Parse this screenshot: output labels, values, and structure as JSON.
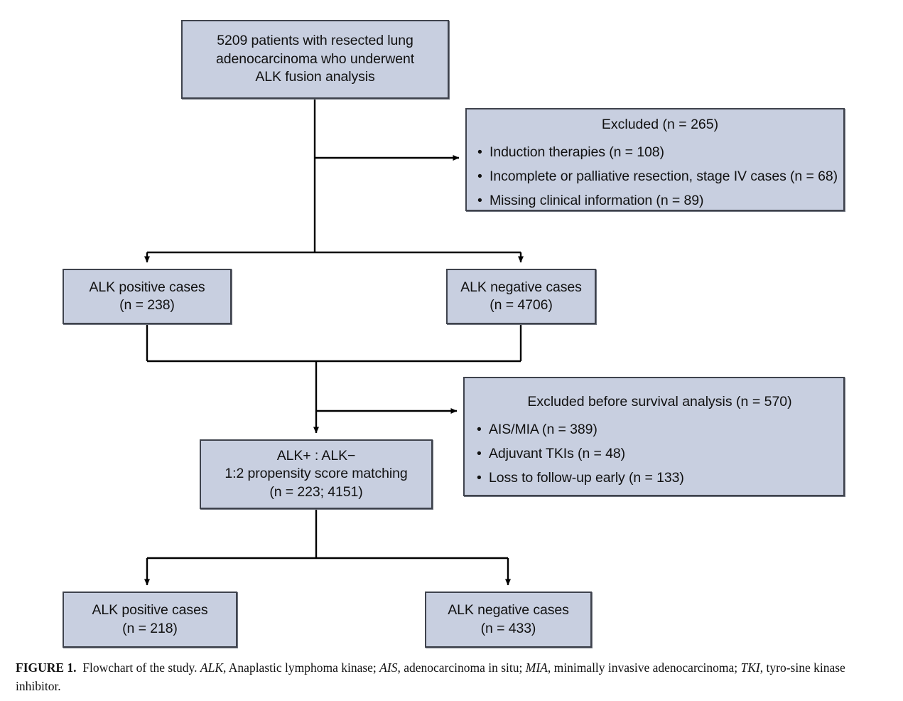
{
  "figure": {
    "colors": {
      "node_fill": "#c8cfe0",
      "node_border": "#3f434d",
      "connector": "#000000",
      "text": "#111111",
      "background": "#ffffff"
    }
  },
  "nodes": {
    "cohort": {
      "lines": [
        "5209 patients with resected lung",
        "adenocarcinoma who underwent",
        "ALK fusion analysis"
      ]
    },
    "excluded_1": {
      "title": "Excluded (n = 265)",
      "bullet": "•",
      "items": [
        "Induction therapies (n = 108)",
        "Incomplete or palliative resection, stage IV cases (n = 68)",
        "Missing clinical information (n = 89)"
      ]
    },
    "alk_positive_1": {
      "lines": [
        "ALK positive cases",
        "(n = 238)"
      ]
    },
    "alk_negative_1": {
      "lines": [
        "ALK negative cases",
        "(n = 4706)"
      ]
    },
    "excluded_2": {
      "title": "Excluded before survival analysis (n = 570)",
      "bullet": "•",
      "items": [
        "AIS/MIA (n = 389)",
        "Adjuvant TKIs (n = 48)",
        "Loss to follow-up early (n = 133)"
      ]
    },
    "propensity_matching": {
      "lines": [
        "ALK+ : ALK−",
        "1:2 propensity score matching",
        "(n = 223; 4151)"
      ]
    },
    "alk_positive_2": {
      "lines": [
        "ALK positive cases",
        "(n = 218)"
      ]
    },
    "alk_negative_2": {
      "lines": [
        "ALK negative cases",
        "(n = 433)"
      ]
    }
  },
  "caption": {
    "figure_label": "FIGURE 1.",
    "text_1": "Flowchart of the study.",
    "abbr_1": "ALK",
    "text_2": ", Anaplastic lymphoma kinase;",
    "abbr_2": "AIS",
    "text_3": ", adenocarcinoma in situ;",
    "abbr_3": "MIA",
    "text_4": ", minimally invasive adenocarcinoma;",
    "abbr_4": "TKI",
    "text_5": ", tyro-sine kinase inhibitor."
  }
}
